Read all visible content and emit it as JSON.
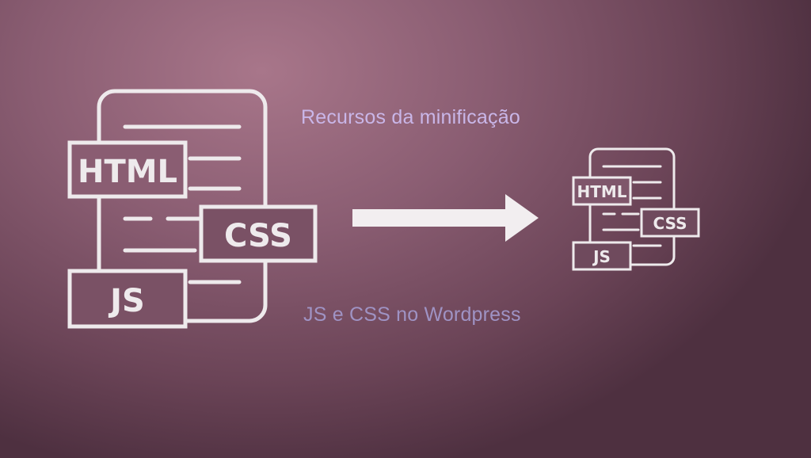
{
  "captions": {
    "top": "Recursos da minificação",
    "bottom": "JS e CSS no Wordpress"
  },
  "labels": {
    "html": "HTML",
    "css": "CSS",
    "js": "JS"
  },
  "colors": {
    "caption_top": "#c9b6e8",
    "caption_bottom": "#9f93c4",
    "icon_stroke": "#eeeaec"
  },
  "icons": {
    "large_document": "code-files-icon",
    "arrow": "arrow-right-icon",
    "small_document": "code-files-icon"
  }
}
